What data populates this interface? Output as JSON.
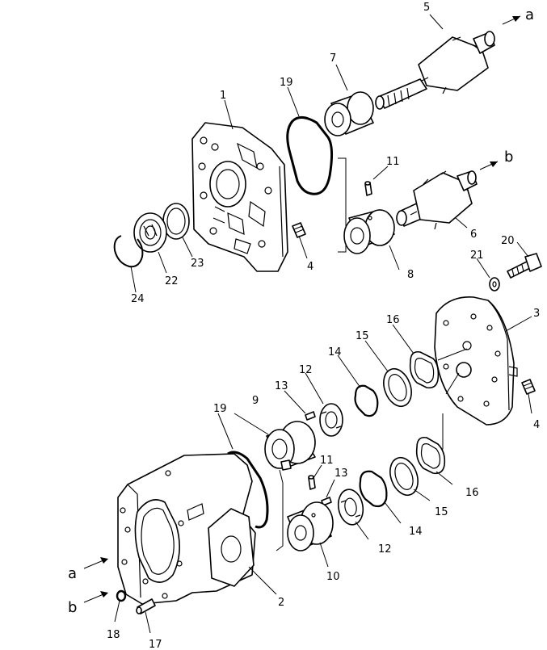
{
  "callouts": {
    "p1": "1",
    "p2": "2",
    "p3": "3",
    "p4a": "4",
    "p4b": "4",
    "p5": "5",
    "p6": "6",
    "p7": "7",
    "p8": "8",
    "p9": "9",
    "p10": "10",
    "p11a": "11",
    "p11b": "11",
    "p12a": "12",
    "p12b": "12",
    "p13a": "13",
    "p13b": "13",
    "p14a": "14",
    "p14b": "14",
    "p15a": "15",
    "p15b": "15",
    "p16a": "16",
    "p16b": "16",
    "p17": "17",
    "p18": "18",
    "p19a": "19",
    "p19b": "19",
    "p20": "20",
    "p21": "21",
    "p22": "22",
    "p23": "23",
    "p24": "24"
  },
  "connections": {
    "a_top": "a",
    "b_top": "b",
    "a_bottom": "a",
    "b_bottom": "b"
  },
  "colors": {
    "ink": "#000000",
    "paper": "#ffffff"
  }
}
